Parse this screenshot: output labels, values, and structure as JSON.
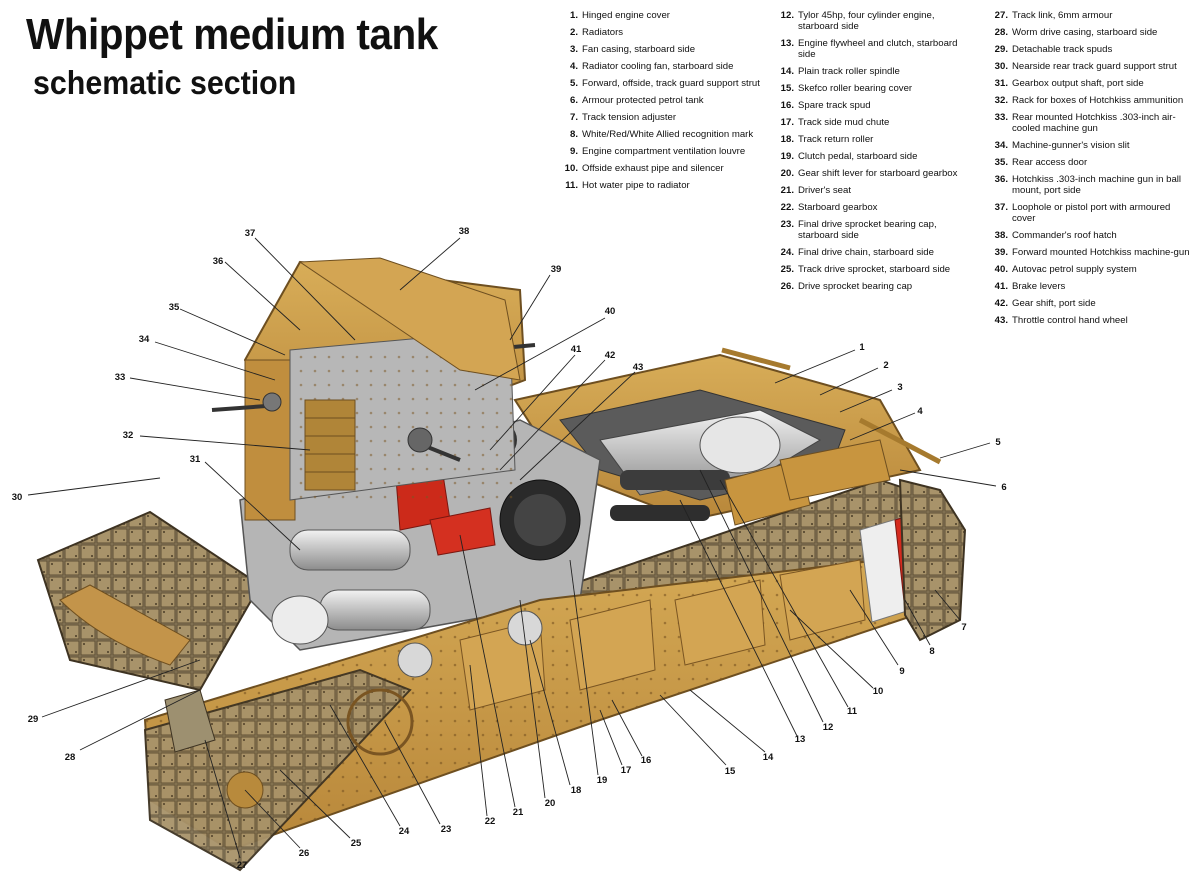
{
  "title": "Whippet medium tank",
  "subtitle": "schematic section",
  "legend": [
    {
      "num": "1.",
      "text": "Hinged engine cover"
    },
    {
      "num": "2.",
      "text": "Radiators"
    },
    {
      "num": "3.",
      "text": "Fan casing, starboard side"
    },
    {
      "num": "4.",
      "text": "Radiator cooling fan, starboard side"
    },
    {
      "num": "5.",
      "text": "Forward, offside, track guard support strut"
    },
    {
      "num": "6.",
      "text": "Armour protected petrol tank"
    },
    {
      "num": "7.",
      "text": "Track tension adjuster"
    },
    {
      "num": "8.",
      "text": "White/Red/White Allied recognition mark"
    },
    {
      "num": "9.",
      "text": "Engine compartment ventilation louvre"
    },
    {
      "num": "10.",
      "text": "Offside exhaust pipe and silencer"
    },
    {
      "num": "11.",
      "text": "Hot water pipe to radiator"
    },
    {
      "num": "12.",
      "text": "Tylor 45hp, four cylinder engine, starboard side"
    },
    {
      "num": "13.",
      "text": "Engine flywheel and clutch, starboard side"
    },
    {
      "num": "14.",
      "text": "Plain track roller spindle"
    },
    {
      "num": "15.",
      "text": "Skefco roller bearing cover"
    },
    {
      "num": "16.",
      "text": "Spare track spud"
    },
    {
      "num": "17.",
      "text": "Track side mud chute"
    },
    {
      "num": "18.",
      "text": "Track return roller"
    },
    {
      "num": "19.",
      "text": "Clutch pedal, starboard side"
    },
    {
      "num": "20.",
      "text": "Gear shift lever for starboard gearbox"
    },
    {
      "num": "21.",
      "text": "Driver's seat"
    },
    {
      "num": "22.",
      "text": "Starboard gearbox"
    },
    {
      "num": "23.",
      "text": "Final drive sprocket bearing cap, starboard side"
    },
    {
      "num": "24.",
      "text": "Final drive chain, starboard side"
    },
    {
      "num": "25.",
      "text": "Track drive sprocket, starboard side"
    },
    {
      "num": "26.",
      "text": "Drive sprocket bearing cap"
    },
    {
      "num": "27.",
      "text": "Track link, 6mm armour"
    },
    {
      "num": "28.",
      "text": "Worm drive casing, starboard side"
    },
    {
      "num": "29.",
      "text": "Detachable track spuds"
    },
    {
      "num": "30.",
      "text": "Nearside rear track guard support strut"
    },
    {
      "num": "31.",
      "text": "Gearbox output shaft, port side"
    },
    {
      "num": "32.",
      "text": "Rack for boxes of Hotchkiss ammunition"
    },
    {
      "num": "33.",
      "text": "Rear mounted Hotchkiss .303-inch air-cooled machine gun"
    },
    {
      "num": "34.",
      "text": "Machine-gunner's vision slit"
    },
    {
      "num": "35.",
      "text": "Rear access door"
    },
    {
      "num": "36.",
      "text": "Hotchkiss .303-inch machine gun in ball mount, port side"
    },
    {
      "num": "37.",
      "text": "Loophole or pistol port with armoured cover"
    },
    {
      "num": "38.",
      "text": "Commander's roof hatch"
    },
    {
      "num": "39.",
      "text": "Forward mounted Hotchkiss machine-gun"
    },
    {
      "num": "40.",
      "text": "Autovac petrol supply system"
    },
    {
      "num": "41.",
      "text": "Brake levers"
    },
    {
      "num": "42.",
      "text": "Gear shift, port side"
    },
    {
      "num": "43.",
      "text": "Throttle control hand wheel"
    }
  ],
  "callouts": [
    "1",
    "2",
    "3",
    "4",
    "5",
    "6",
    "7",
    "8",
    "9",
    "10",
    "11",
    "12",
    "13",
    "14",
    "15",
    "16",
    "17",
    "18",
    "19",
    "20",
    "21",
    "22",
    "23",
    "24",
    "25",
    "26",
    "27",
    "28",
    "29",
    "30",
    "31",
    "32",
    "33",
    "34",
    "35",
    "36",
    "37",
    "38",
    "39",
    "40",
    "41",
    "42",
    "43"
  ],
  "colors": {
    "armour": "#c79a45",
    "armour_dark": "#9a7130",
    "armour_light": "#ddb866",
    "track": "#8a7a5a",
    "interior": "#c9c9c9",
    "engine": "#d8d8d8",
    "recognition_red": "#d42a1e",
    "recognition_white": "#eeeeee",
    "seat_red": "#cc2a1a"
  }
}
